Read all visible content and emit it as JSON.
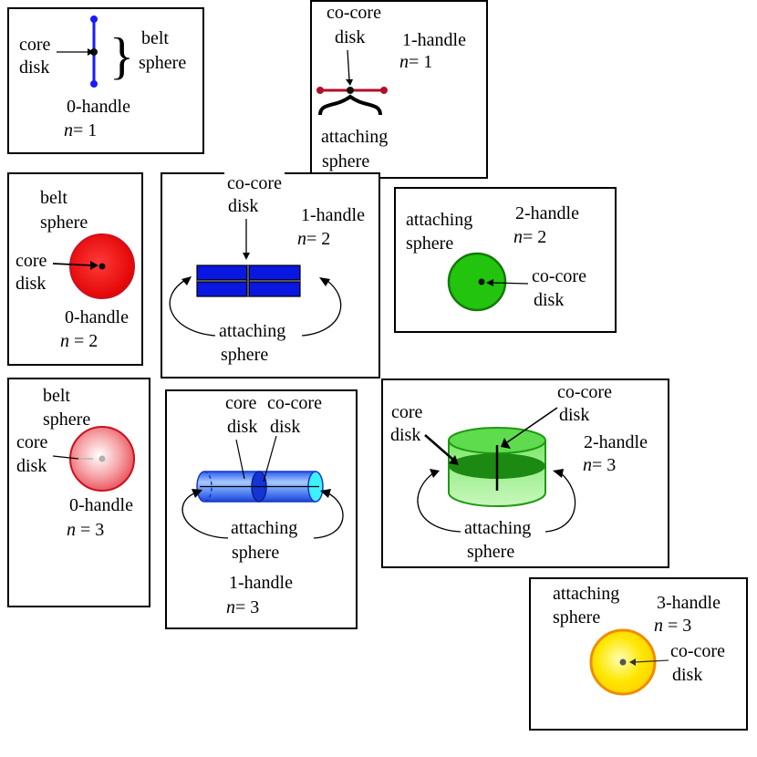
{
  "labels": {
    "core": "core",
    "disk": "disk",
    "belt": "belt",
    "sphere": "sphere",
    "co_core": "co-core",
    "attaching": "attaching",
    "n": "n",
    "eq": "=",
    "eq_spaced": " = "
  },
  "panels": {
    "h0n1": {
      "handle": "0-handle",
      "n_value": "1"
    },
    "h1n1": {
      "handle": "1-handle",
      "n_value": "1"
    },
    "h0n2": {
      "handle": "0-handle",
      "n_value": "2"
    },
    "h1n2": {
      "handle": "1-handle",
      "n_value": "2"
    },
    "h2n2": {
      "handle": "2-handle",
      "n_value": "2"
    },
    "h0n3": {
      "handle": "0-handle",
      "n_value": "3"
    },
    "h1n3": {
      "handle": "1-handle",
      "n_value": "3"
    },
    "h2n3": {
      "handle": "2-handle",
      "n_value": "3"
    },
    "h3n3": {
      "handle": "3-handle",
      "n_value": "3"
    }
  },
  "colors": {
    "blue": "#1a1aff",
    "dark_red": "#b0102a",
    "red": "#ee1c1c",
    "green": "#22c40e",
    "yellow": "#ffe000",
    "orange": "#f08c00"
  }
}
